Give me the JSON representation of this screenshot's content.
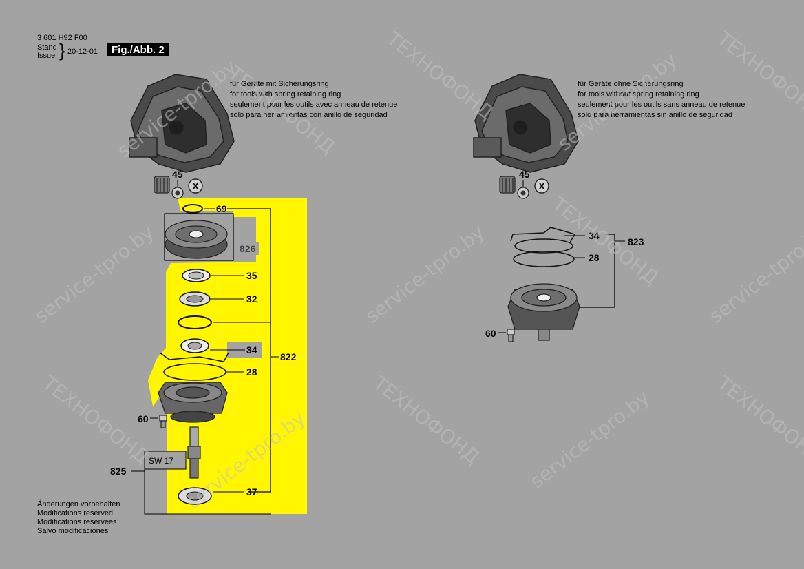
{
  "header": {
    "part_number": "3 601 H92 F00",
    "stand_label": "Stand",
    "issue_label": "Issue",
    "date": "20-12-01",
    "figure": "Fig./Abb. 2"
  },
  "left_panel": {
    "note_lines": [
      "für Geräte mit Sicherungsring",
      "for tools with spring retaining ring",
      "seulement pour les outils avec anneau de retenue",
      "solo para herramientas con anillo de seguridad"
    ],
    "labels": {
      "p45": "45",
      "px": "X",
      "p69": "69",
      "p826": "826",
      "p35": "35",
      "p32": "32",
      "p34": "34",
      "p822": "822",
      "p28": "28",
      "p60": "60",
      "sw": "SW 17",
      "p825": "825",
      "p37": "37"
    }
  },
  "right_panel": {
    "note_lines": [
      "für Geräte ohne Sicherungsring",
      "for tools without spring retaining ring",
      "seulement pour les outils sans anneau de retenue",
      "solo para herramientas sin anillo de seguridad"
    ],
    "labels": {
      "p45": "45",
      "px": "X",
      "p34": "34",
      "p823": "823",
      "p28": "28",
      "p60": "60"
    }
  },
  "footer": {
    "modification_lines": [
      "Änderungen vorbehalten",
      "Modifications reserved",
      "Modifications reservees",
      "Salvo modificaciones"
    ]
  },
  "watermarks": [
    "service-tpro.by",
    "ТЕХНОФОНД"
  ],
  "colors": {
    "highlight": "#fff600",
    "background": "#a3a3a3"
  }
}
